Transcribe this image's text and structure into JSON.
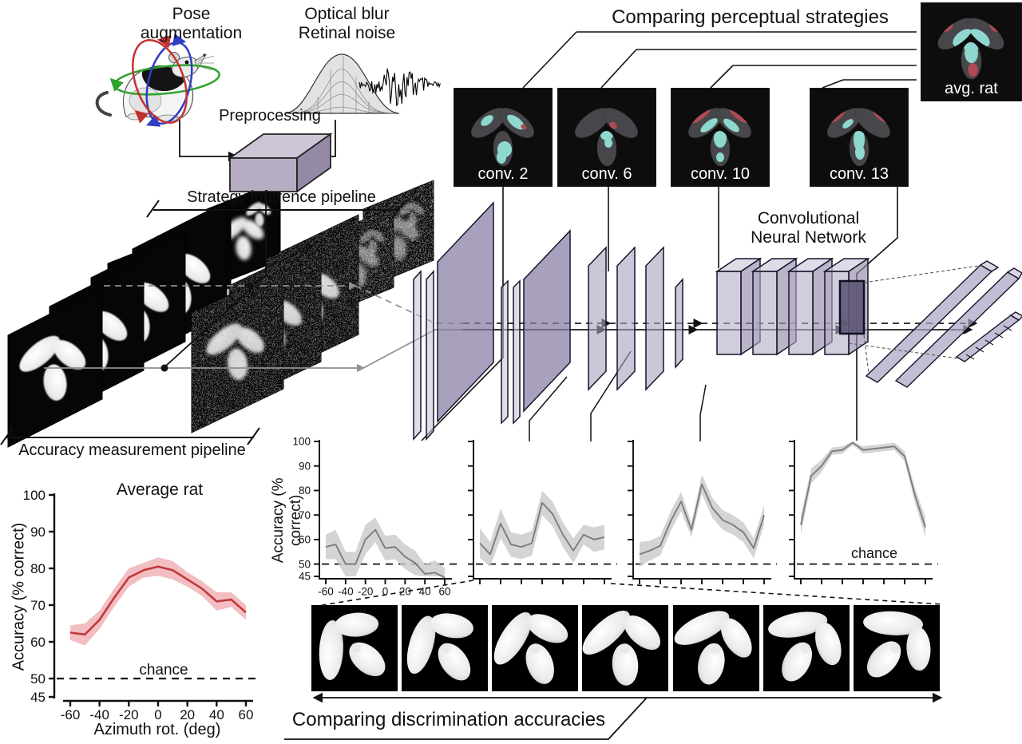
{
  "labels": {
    "pose": "Pose\naugmentation",
    "optical": "Optical blur\nRetinal noise",
    "preprocessing": "Preprocessing",
    "strategy": "Strategy inference pipeline",
    "accuracy": "Accuracy measurement pipeline",
    "comparing_perceptual": "Comparing perceptual strategies",
    "cnn": "Convolutional\nNeural Network",
    "comparing_discrimination": "Comparing discrimination accuracies",
    "small_ylabel": "Accuracy (% correct)"
  },
  "feature_maps": {
    "items": [
      {
        "label": "conv. 2"
      },
      {
        "label": "conv. 6"
      },
      {
        "label": "conv. 10"
      },
      {
        "label": "conv. 13"
      }
    ],
    "avg_rat_label": "avg. rat",
    "colors": {
      "cyan": "#8fd8d0",
      "red": "#b04a52",
      "lobe": "#47474b",
      "background": "#0d0d0d"
    }
  },
  "discrimination_row": {
    "image_count": 7
  },
  "chart_data": [
    {
      "id": "average-rat",
      "type": "line",
      "title": "Average rat",
      "xlabel": "Azimuth rot. (deg)",
      "ylabel": "Accuracy (% correct)",
      "x": [
        -60,
        -50,
        -40,
        -30,
        -20,
        -10,
        0,
        10,
        20,
        30,
        40,
        50,
        60
      ],
      "values": [
        62.5,
        62,
        66,
        72,
        77.5,
        79.5,
        80.5,
        79.5,
        77,
        74.5,
        71,
        71.5,
        68
      ],
      "band": [
        2,
        3,
        2.5,
        2.5,
        2.5,
        2,
        2.5,
        2.5,
        2,
        2,
        2.5,
        2,
        2
      ],
      "ylim": [
        45,
        100
      ],
      "yticks": [
        45,
        50,
        60,
        70,
        80,
        90,
        100
      ],
      "xticks": [
        -60,
        -40,
        -20,
        0,
        20,
        40,
        60
      ],
      "chance_value": 50,
      "chance_label": "chance",
      "line_color": "#c0393b",
      "band_color": "#f0aeb1",
      "grid": false,
      "legend": null
    },
    {
      "id": "conv-2-readout",
      "type": "line",
      "title": null,
      "x": [
        -60,
        -50,
        -40,
        -30,
        -20,
        -10,
        0,
        10,
        20,
        30,
        40,
        50,
        60
      ],
      "values": [
        57,
        58,
        50,
        50,
        60,
        64,
        56.5,
        57,
        53,
        50.5,
        46,
        46.5,
        44.5
      ],
      "band": [
        5,
        6,
        5,
        5,
        6,
        5,
        5,
        5,
        5,
        5,
        4,
        5,
        4
      ],
      "ylim": [
        45,
        100
      ],
      "yticks": [
        45,
        50,
        60,
        70,
        80,
        90,
        100
      ],
      "xticks": [
        -60,
        -40,
        -20,
        0,
        20,
        40,
        60
      ],
      "chance_value": 50,
      "chance_label": null,
      "line_color": "#7c7c7c",
      "band_color": "#c9c9c9"
    },
    {
      "id": "conv-6-readout",
      "type": "line",
      "title": null,
      "x": [
        -60,
        -50,
        -40,
        -30,
        -20,
        -10,
        0,
        10,
        20,
        30,
        40,
        50,
        60
      ],
      "values": [
        58.5,
        54,
        66.5,
        58,
        57,
        58.5,
        75,
        70.5,
        62,
        55.5,
        62,
        60,
        61
      ],
      "band": [
        6,
        5,
        6,
        5,
        5,
        5,
        5,
        5,
        5,
        5,
        4,
        5,
        5
      ],
      "ylim": [
        45,
        100
      ],
      "yticks": [
        45,
        50,
        60,
        70,
        80,
        90,
        100
      ],
      "xticks": [
        -60,
        -40,
        -20,
        0,
        20,
        40,
        60
      ],
      "chance_value": 50,
      "chance_label": null,
      "line_color": "#7c7c7c",
      "band_color": "#c9c9c9"
    },
    {
      "id": "conv-10-readout",
      "type": "line",
      "title": null,
      "x": [
        -60,
        -50,
        -40,
        -30,
        -20,
        -10,
        0,
        10,
        20,
        30,
        40,
        50,
        60
      ],
      "values": [
        54,
        55.5,
        57.5,
        67.5,
        75.5,
        64,
        82.5,
        73,
        68,
        66,
        63,
        56.5,
        70
      ],
      "band": [
        5,
        4,
        4,
        4,
        4,
        3,
        4,
        4,
        4,
        4,
        4,
        4,
        4
      ],
      "ylim": [
        45,
        100
      ],
      "yticks": [
        45,
        50,
        60,
        70,
        80,
        90,
        100
      ],
      "xticks": [
        -60,
        -40,
        -20,
        0,
        20,
        40,
        60
      ],
      "chance_value": 50,
      "chance_label": null,
      "line_color": "#7c7c7c",
      "band_color": "#c9c9c9"
    },
    {
      "id": "conv-13-readout",
      "type": "line",
      "title": null,
      "x": [
        -60,
        -50,
        -40,
        -30,
        -20,
        -10,
        0,
        10,
        20,
        30,
        40,
        50,
        60
      ],
      "values": [
        66,
        86,
        90,
        96,
        96.5,
        99.5,
        96.5,
        97,
        97.5,
        98,
        94,
        78,
        65
      ],
      "band": [
        4,
        3,
        2.5,
        1.5,
        1.5,
        1,
        1.5,
        1.5,
        1.5,
        1.5,
        2,
        3,
        4
      ],
      "ylim": [
        45,
        100
      ],
      "yticks": [
        45,
        50,
        60,
        70,
        80,
        90,
        100
      ],
      "xticks": [
        -60,
        -40,
        -20,
        0,
        20,
        40,
        60
      ],
      "chance_value": 50,
      "chance_label": "chance",
      "line_color": "#7c7c7c",
      "band_color": "#c9c9c9"
    }
  ]
}
